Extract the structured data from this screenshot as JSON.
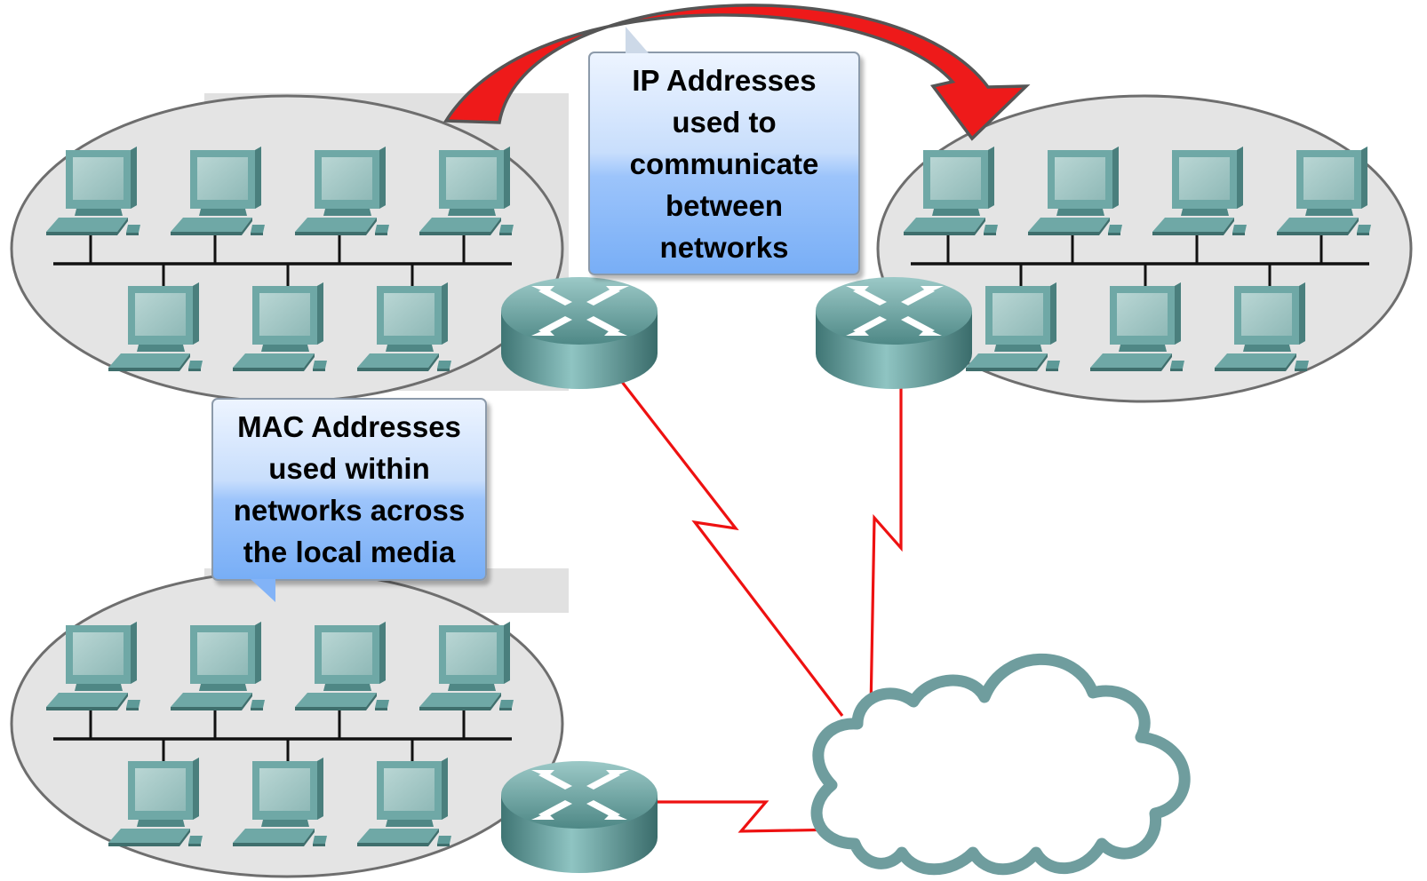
{
  "callouts": {
    "ip_lines": [
      "IP Addresses",
      "used to",
      "communicate",
      "between",
      "networks"
    ],
    "mac_lines": [
      "MAC Addresses",
      "used within",
      "networks across",
      "the local media"
    ]
  },
  "networks": [
    {
      "id": "top-left-network",
      "pcs": 7,
      "router": true
    },
    {
      "id": "top-right-network",
      "pcs": 7,
      "router": true
    },
    {
      "id": "bottom-left-network",
      "pcs": 7,
      "router": true
    }
  ],
  "icons": {
    "pc": "desktop-pc-icon",
    "router": "router-icon",
    "wan_cloud": "cloud-icon",
    "arrow": "curved-arrow-icon",
    "wan_link": "serial-link-icon"
  },
  "colors": {
    "network_fill": "#e4e4e4",
    "network_stroke": "#6e6e6e",
    "device": "#5e9a98",
    "link": "#ee1111",
    "arrow": "#ee1111",
    "cloud_stroke": "#6f9d9e",
    "callout_top": "#edf4ff",
    "callout_bottom": "#78aef6"
  }
}
